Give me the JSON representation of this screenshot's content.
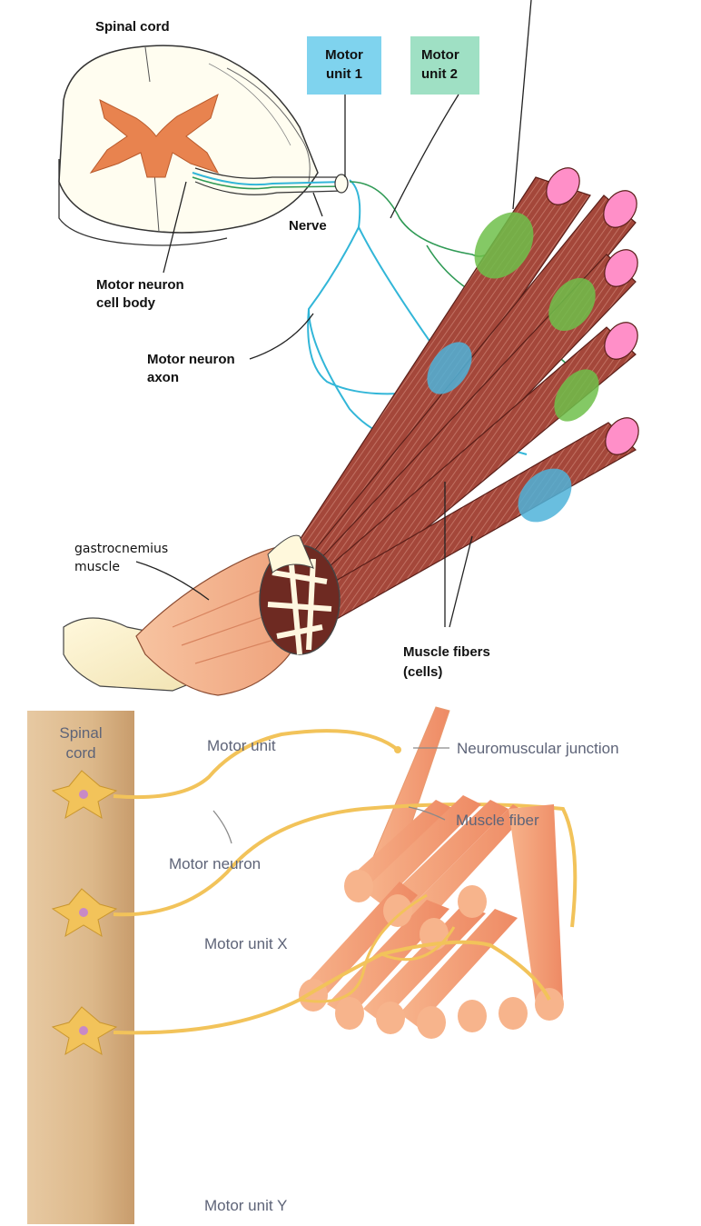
{
  "top_diagram": {
    "labels": {
      "spinal_cord": "Spinal cord",
      "motor_unit_1_line1": "Motor",
      "motor_unit_1_line2": "unit 1",
      "motor_unit_2_line1": "Motor",
      "motor_unit_2_line2": "unit 2",
      "nerve": "Nerve",
      "cell_body_line1": "Motor neuron",
      "cell_body_line2": "cell body",
      "axon_line1": "Motor neuron",
      "axon_line2": "axon",
      "muscle_line1": "gastrocnemius",
      "muscle_line2": "muscle",
      "fibers_line1": "Muscle fibers",
      "fibers_line2": "(cells)"
    },
    "colors": {
      "motor_unit_1": "#7fd3ee",
      "motor_unit_2": "#9fe0c4",
      "grey_matter": "#e8834f",
      "muscle_fiber": "#a4473a",
      "unit1_axon": "#32b6d8",
      "unit2_axon": "#2f9a55"
    }
  },
  "bottom_diagram": {
    "labels": {
      "spinal_line1": "Spinal",
      "spinal_line2": "cord",
      "motor_unit": "Motor unit",
      "junction": "Neuromuscular junction",
      "muscle_fiber": "Muscle fiber",
      "motor_neuron": "Motor neuron",
      "motor_unit_x": "Motor unit X",
      "motor_unit_y": "Motor unit Y"
    },
    "colors": {
      "spinal_cord": "#dcb88a",
      "neuron": "#f2c35a",
      "muscle": "#f4a07a"
    }
  }
}
